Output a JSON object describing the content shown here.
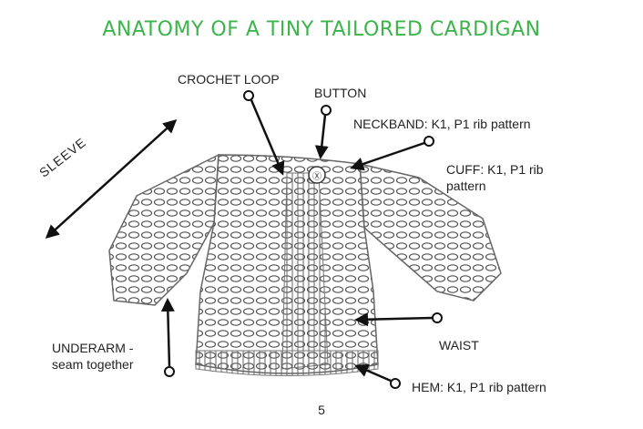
{
  "title": "ANATOMY OF A TINY TAILORED CARDIGAN",
  "labels": {
    "crochet_loop": "CROCHET LOOP",
    "button": "BUTTON",
    "neckband": "NECKBAND: K1, P1 rib pattern",
    "cuff_line1": "CUFF: K1, P1 rib",
    "cuff_line2": "pattern",
    "sleeve": "SLEEVE",
    "underarm_line1": "UNDERARM -",
    "underarm_line2": "seam together",
    "waist": "WAIST",
    "hem": "HEM: K1, P1 rib pattern"
  },
  "page_number": "5",
  "colors": {
    "title": "#3cb44b",
    "ink": "#222222",
    "sketch": "#555555"
  }
}
